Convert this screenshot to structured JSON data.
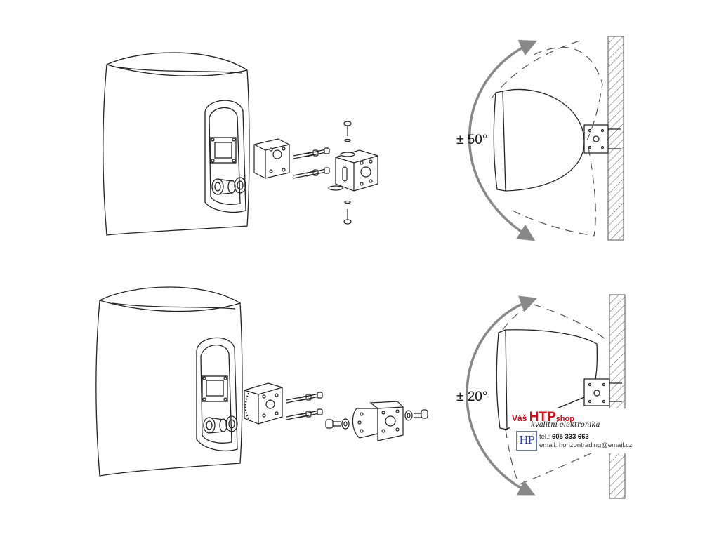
{
  "diagrams": {
    "top": {
      "angle": "± 50°"
    },
    "bottom": {
      "angle": "± 20°"
    }
  },
  "shop": {
    "prefix": "Váš ",
    "brand": "HTP",
    "suffix": "shop",
    "tagline": "kvalitní elektronika",
    "logo_text": "HP",
    "phone_label": "tel.: ",
    "phone": "605 333 663",
    "email_label": "email: ",
    "email": "horizontrading@email.cz",
    "brand_color": "#d0101a"
  },
  "icons": [
    "speaker-cabinet-drawing",
    "wall-bracket-drawing",
    "screw-drawing",
    "wall-hatch-drawing",
    "rotation-arc-arrow"
  ]
}
